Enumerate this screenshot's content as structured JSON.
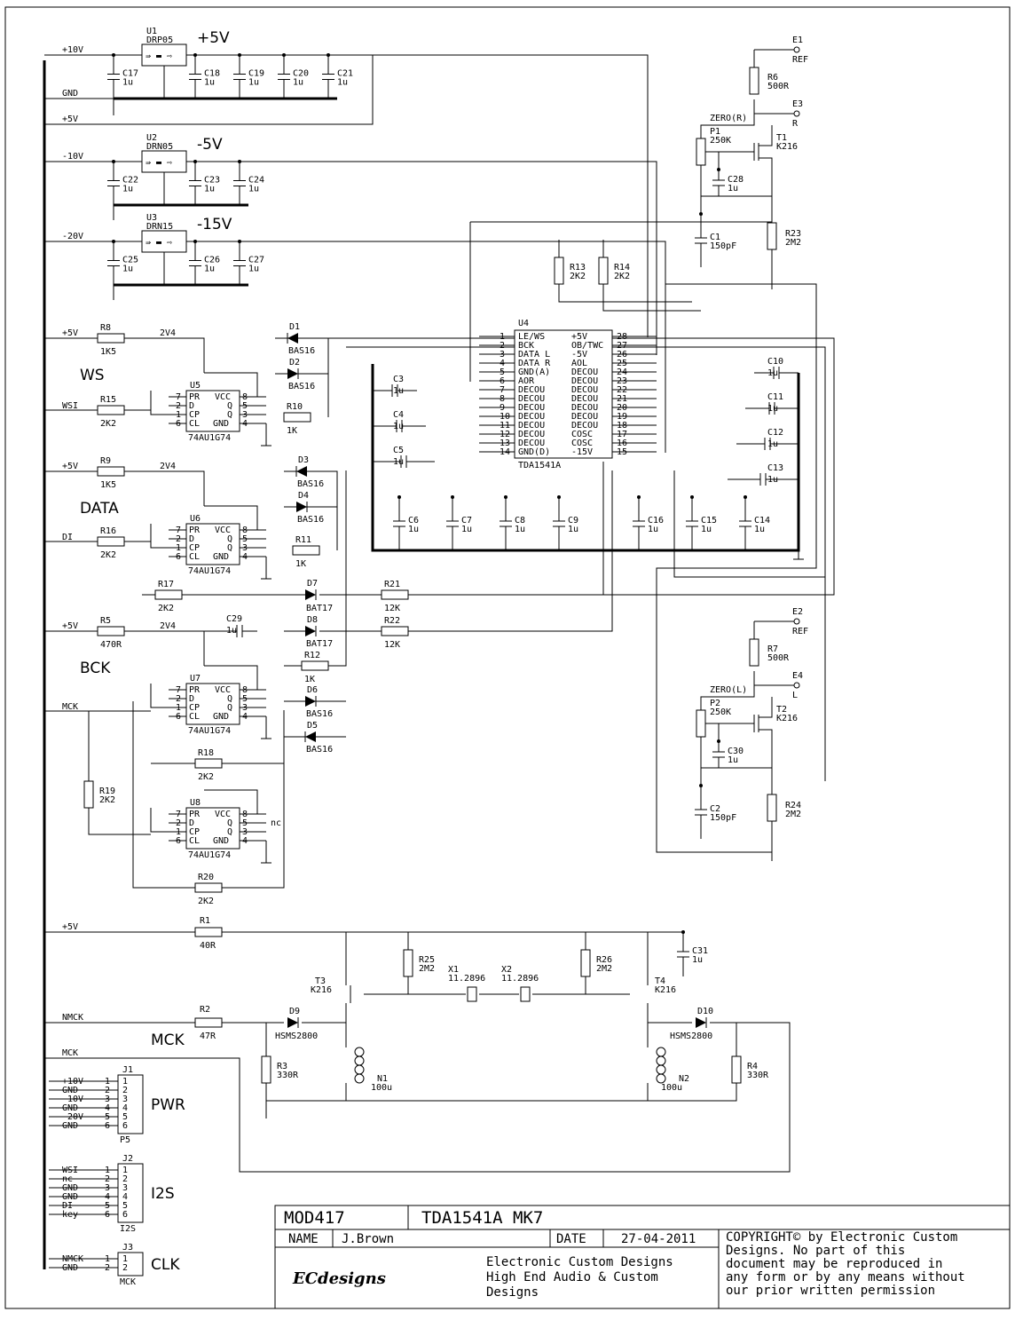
{
  "rails": {
    "p10v": "+10V",
    "gnd": "GND",
    "p5v_a": "+5V",
    "m10v": "-10V",
    "m20v": "-20V",
    "p5v_r8": "+5V",
    "p5v_r9": "+5V",
    "p5v_r5": "+5V",
    "p5v_r1": "+5V",
    "nmck": "NMCK",
    "mck": "MCK"
  },
  "regulators": [
    {
      "ref": "U1",
      "part": "DRP05",
      "out": "+5V"
    },
    {
      "ref": "U2",
      "part": "DRN05",
      "out": "-5V"
    },
    {
      "ref": "U3",
      "part": "DRN15",
      "out": "-15V"
    }
  ],
  "caps_row1": [
    {
      "ref": "C17",
      "val": "1u"
    },
    {
      "ref": "C18",
      "val": "1u"
    },
    {
      "ref": "C19",
      "val": "1u"
    },
    {
      "ref": "C20",
      "val": "1u"
    },
    {
      "ref": "C21",
      "val": "1u"
    }
  ],
  "caps_row2": [
    {
      "ref": "C22",
      "val": "1u"
    },
    {
      "ref": "C23",
      "val": "1u"
    },
    {
      "ref": "C24",
      "val": "1u"
    }
  ],
  "caps_row3": [
    {
      "ref": "C25",
      "val": "1u"
    },
    {
      "ref": "C26",
      "val": "1u"
    },
    {
      "ref": "C27",
      "val": "1u"
    }
  ],
  "inputs": {
    "ws": "WS",
    "wsi": "WSI",
    "data": "DATA",
    "di": "DI",
    "bck": "BCK",
    "mck_label": "MCK",
    "mck_net": "MCK"
  },
  "resistors": {
    "r8": {
      "ref": "R8",
      "val": "1K5"
    },
    "r15": {
      "ref": "R15",
      "val": "2K2"
    },
    "r10": {
      "ref": "R10",
      "val": "1K"
    },
    "r9": {
      "ref": "R9",
      "val": "1K5"
    },
    "r16": {
      "ref": "R16",
      "val": "2K2"
    },
    "r11": {
      "ref": "R11",
      "val": "1K"
    },
    "r17": {
      "ref": "R17",
      "val": "2K2"
    },
    "r21": {
      "ref": "R21",
      "val": "12K"
    },
    "r22": {
      "ref": "R22",
      "val": "12K"
    },
    "r5": {
      "ref": "R5",
      "val": "470R"
    },
    "r12": {
      "ref": "R12",
      "val": "1K"
    },
    "r18": {
      "ref": "R18",
      "val": "2K2"
    },
    "r19": {
      "ref": "R19",
      "val": "2K2"
    },
    "r20": {
      "ref": "R20",
      "val": "2K2"
    },
    "r13": {
      "ref": "R13",
      "val": "2K2"
    },
    "r14": {
      "ref": "R14",
      "val": "2K2"
    },
    "r6": {
      "ref": "R6",
      "val": "500R"
    },
    "r23": {
      "ref": "R23",
      "val": "2M2"
    },
    "r7": {
      "ref": "R7",
      "val": "500R"
    },
    "r24": {
      "ref": "R24",
      "val": "2M2"
    },
    "r1": {
      "ref": "R1",
      "val": "40R"
    },
    "r2": {
      "ref": "R2",
      "val": "47R"
    },
    "r3": {
      "ref": "R3",
      "val": "330R"
    },
    "r4": {
      "ref": "R4",
      "val": "330R"
    },
    "r25": {
      "ref": "R25",
      "val": "2M2"
    },
    "r26": {
      "ref": "R26",
      "val": "2M2"
    }
  },
  "v2v4": "2V4",
  "flipflops": [
    {
      "ref": "U5",
      "part": "74AU1G74"
    },
    {
      "ref": "U6",
      "part": "74AU1G74"
    },
    {
      "ref": "U7",
      "part": "74AU1G74"
    },
    {
      "ref": "U8",
      "part": "74AU1G74"
    }
  ],
  "ff_pins": {
    "pr": "PR",
    "vcc": "VCC",
    "d": "D",
    "q": "Q",
    "cp": "CP",
    "qn": "Q",
    "cl": "CL",
    "gnd": "GND",
    "nc": "nc"
  },
  "ff_pinnums": [
    "7",
    "2",
    "1",
    "6",
    "8",
    "5",
    "3",
    "4"
  ],
  "diodes": {
    "d1": "D1",
    "d2": "D2",
    "d3": "D3",
    "d4": "D4",
    "d5": "D5",
    "d6": "D6",
    "d7": "D7",
    "d8": "D8",
    "d9": "D9",
    "d10": "D10",
    "bas": "BAS16",
    "bat": "BAT17",
    "hsms": "HSMS2800"
  },
  "c29": {
    "ref": "C29",
    "val": "1u"
  },
  "tda": {
    "ref": "U4",
    "part": "TDA1541A",
    "left": [
      [
        "1",
        "LE/WS"
      ],
      [
        "2",
        "BCK"
      ],
      [
        "3",
        "DATA L"
      ],
      [
        "4",
        "DATA R"
      ],
      [
        "5",
        "GND(A)"
      ],
      [
        "6",
        "AOR"
      ],
      [
        "7",
        "DECOU"
      ],
      [
        "8",
        "DECOU"
      ],
      [
        "9",
        "DECOU"
      ],
      [
        "10",
        "DECOU"
      ],
      [
        "11",
        "DECOU"
      ],
      [
        "12",
        "DECOU"
      ],
      [
        "13",
        "DECOU"
      ],
      [
        "14",
        "GND(D)"
      ]
    ],
    "right": [
      [
        "28",
        "+5V"
      ],
      [
        "27",
        "OB/TWC"
      ],
      [
        "26",
        "-5V"
      ],
      [
        "25",
        "AOL"
      ],
      [
        "24",
        "DECOU"
      ],
      [
        "23",
        "DECOU"
      ],
      [
        "22",
        "DECOU"
      ],
      [
        "21",
        "DECOU"
      ],
      [
        "20",
        "DECOU"
      ],
      [
        "19",
        "DECOU"
      ],
      [
        "18",
        "DECOU"
      ],
      [
        "17",
        "COSC"
      ],
      [
        "16",
        "COSC"
      ],
      [
        "15",
        "-15V"
      ]
    ]
  },
  "decou_caps": [
    {
      "ref": "C3",
      "val": "1u"
    },
    {
      "ref": "C4",
      "val": "1u"
    },
    {
      "ref": "C5",
      "val": "1u"
    },
    {
      "ref": "C6",
      "val": "1u"
    },
    {
      "ref": "C7",
      "val": "1u"
    },
    {
      "ref": "C8",
      "val": "1u"
    },
    {
      "ref": "C9",
      "val": "1u"
    },
    {
      "ref": "C16",
      "val": "1u"
    },
    {
      "ref": "C15",
      "val": "1u"
    },
    {
      "ref": "C14",
      "val": "1u"
    },
    {
      "ref": "C10",
      "val": "1u"
    },
    {
      "ref": "C11",
      "val": "1u"
    },
    {
      "ref": "C12",
      "val": "1u"
    },
    {
      "ref": "C13",
      "val": "1u"
    }
  ],
  "output_r": {
    "e1": "E1",
    "ref1": "REF",
    "e3": "E3",
    "r": "R",
    "zero": "ZERO(R)",
    "p": "P1",
    "pval": "250K",
    "t": "T1",
    "tpart": "K216",
    "c28": "C28",
    "c28v": "1u",
    "c1": "C1",
    "c1v": "150pF"
  },
  "output_l": {
    "e2": "E2",
    "ref2": "REF",
    "e4": "E4",
    "l": "L",
    "zero": "ZERO(L)",
    "p": "P2",
    "pval": "250K",
    "t": "T2",
    "tpart": "K216",
    "c30": "C30",
    "c30v": "1u",
    "c2": "C2",
    "c2v": "150pF"
  },
  "osc": {
    "t3": "T3",
    "t4": "T4",
    "k216": "K216",
    "x1": "X1",
    "x2": "X2",
    "xval": "11.2896",
    "n1": "N1",
    "n2": "N2",
    "nval": "100u",
    "c31": "C31",
    "c31v": "1u"
  },
  "connectors": {
    "j1": {
      "ref": "J1",
      "name": "PWR",
      "foot": "P5",
      "pins": [
        "+10V",
        "GND",
        "-10V",
        "GND",
        "-20V",
        "GND"
      ]
    },
    "j2": {
      "ref": "J2",
      "name": "I2S",
      "foot": "I2S",
      "pins": [
        "WSI",
        "nc",
        "GND",
        "GND",
        "DI",
        "key"
      ]
    },
    "j3": {
      "ref": "J3",
      "name": "CLK",
      "foot": "MCK",
      "pins": [
        "NMCK",
        "GND"
      ]
    }
  },
  "titleblock": {
    "module": "MOD417",
    "title": "TDA1541A MK7",
    "name_label": "NAME",
    "name": "J.Brown",
    "date_label": "DATE",
    "date": "27-04-2011",
    "company": "Electronic Custom Designs",
    "tagline1": "High End Audio  &  Custom",
    "tagline2": "Designs",
    "logo": "ECdesigns",
    "copyright": [
      "COPYRIGHT© by Electronic Custom",
      "Designs. No part of this",
      "document may be reproduced in",
      "any form or by any means without",
      "our prior written permission"
    ]
  }
}
